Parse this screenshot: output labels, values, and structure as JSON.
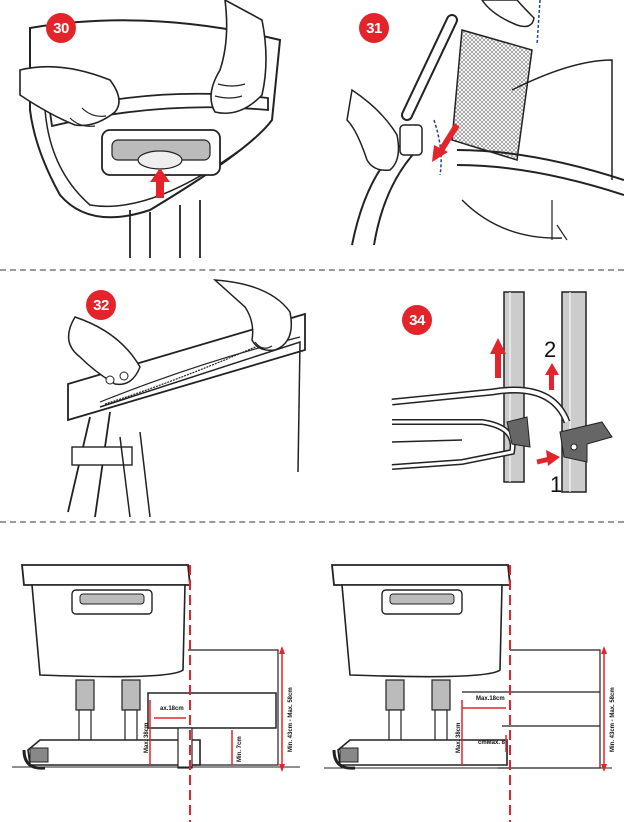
{
  "steps": [
    {
      "number": "30"
    },
    {
      "number": "31"
    },
    {
      "number": "32"
    },
    {
      "number": "34"
    }
  ],
  "step34": {
    "label_1": "1",
    "label_2": "2"
  },
  "diagram_left": {
    "dim_width": "ax.18cm",
    "dim_max_height": "Max. 38cm",
    "dim_min_height": "Min. 7cm",
    "dim_range": "Min. 43cm - Max. 58cm"
  },
  "diagram_right": {
    "dim_width": "Max.18cm",
    "dim_max_height": "Max. 38cm",
    "dim_small": "cmMax. 8",
    "dim_range": "Min. 43cm - Max. 58cm"
  },
  "colors": {
    "accent": "#e3242b",
    "line": "#222222",
    "mesh": "#bbbbbb",
    "divider": "#9a9a9a"
  }
}
